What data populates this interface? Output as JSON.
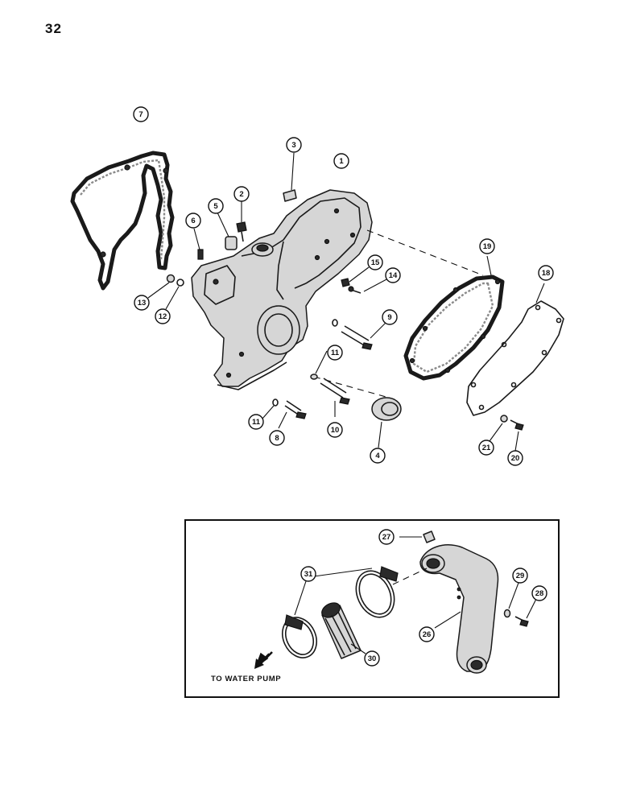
{
  "page": {
    "number": "32"
  },
  "inset": {
    "caption": "TO WATER PUMP"
  },
  "callouts": [
    {
      "id": "c1",
      "label": "1"
    },
    {
      "id": "c2",
      "label": "2"
    },
    {
      "id": "c3",
      "label": "3"
    },
    {
      "id": "c4",
      "label": "4"
    },
    {
      "id": "c5",
      "label": "5"
    },
    {
      "id": "c6",
      "label": "6"
    },
    {
      "id": "c7",
      "label": "7"
    },
    {
      "id": "c8",
      "label": "8"
    },
    {
      "id": "c9",
      "label": "9"
    },
    {
      "id": "c10",
      "label": "10"
    },
    {
      "id": "c11a",
      "label": "11"
    },
    {
      "id": "c11b",
      "label": "11"
    },
    {
      "id": "c12",
      "label": "12"
    },
    {
      "id": "c13",
      "label": "13"
    },
    {
      "id": "c14",
      "label": "14"
    },
    {
      "id": "c15",
      "label": "15"
    },
    {
      "id": "c18",
      "label": "18"
    },
    {
      "id": "c19",
      "label": "19"
    },
    {
      "id": "c20",
      "label": "20"
    },
    {
      "id": "c21",
      "label": "21"
    },
    {
      "id": "c26",
      "label": "26"
    },
    {
      "id": "c27",
      "label": "27"
    },
    {
      "id": "c28",
      "label": "28"
    },
    {
      "id": "c29",
      "label": "29"
    },
    {
      "id": "c30",
      "label": "30"
    },
    {
      "id": "c31",
      "label": "31"
    }
  ]
}
